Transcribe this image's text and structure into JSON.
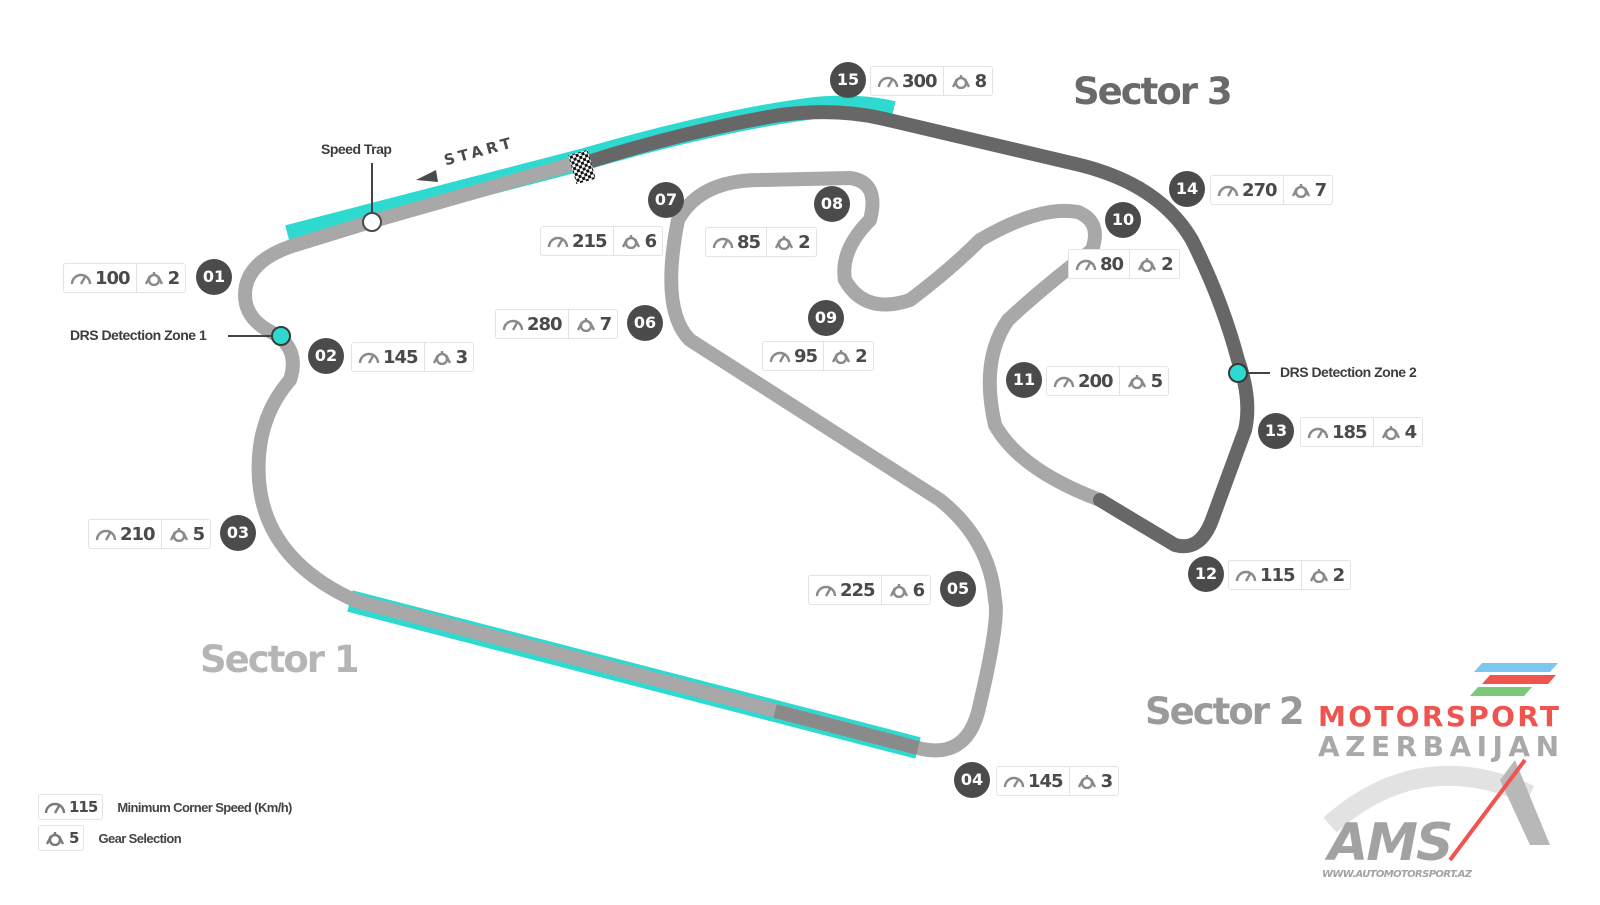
{
  "colors": {
    "track_light": "#a8a8a8",
    "track_dark": "#676767",
    "drs": "#2ed9d0",
    "badge": "#4b4b4b",
    "sector1": "#b5b5b5",
    "sector2": "#9a9a9a",
    "sector3": "#6a6a6a"
  },
  "sectors": {
    "s1": "Sector 1",
    "s2": "Sector 2",
    "s3": "Sector 3"
  },
  "labels": {
    "speed_trap": "Speed Trap",
    "start": "START",
    "drs_zone_1": "DRS Detection Zone 1",
    "drs_zone_2": "DRS Detection Zone 2"
  },
  "corners": [
    {
      "num": "01",
      "speed": "100",
      "gear": "2"
    },
    {
      "num": "02",
      "speed": "145",
      "gear": "3"
    },
    {
      "num": "03",
      "speed": "210",
      "gear": "5"
    },
    {
      "num": "04",
      "speed": "145",
      "gear": "3"
    },
    {
      "num": "05",
      "speed": "225",
      "gear": "6"
    },
    {
      "num": "06",
      "speed": "280",
      "gear": "7"
    },
    {
      "num": "07",
      "speed": "215",
      "gear": "6"
    },
    {
      "num": "08",
      "speed": "85",
      "gear": "2"
    },
    {
      "num": "09",
      "speed": "95",
      "gear": "2"
    },
    {
      "num": "10",
      "speed": "80",
      "gear": "2"
    },
    {
      "num": "11",
      "speed": "200",
      "gear": "5"
    },
    {
      "num": "12",
      "speed": "115",
      "gear": "2"
    },
    {
      "num": "13",
      "speed": "185",
      "gear": "4"
    },
    {
      "num": "14",
      "speed": "270",
      "gear": "7"
    },
    {
      "num": "15",
      "speed": "300",
      "gear": "8"
    }
  ],
  "legend": {
    "speed_value": "115",
    "speed_label": "Minimum Corner Speed (Km/h)",
    "gear_value": "5",
    "gear_label": "Gear Selection"
  },
  "logo": {
    "line1": "MOTORSPORT",
    "line2": "AZERBAIJAN",
    "mark": "AMS",
    "url": "WWW.AUTOMOTORSPORT.AZ",
    "red": "#f0544f",
    "green": "#7ac97a",
    "blue": "#7cc7f0"
  }
}
